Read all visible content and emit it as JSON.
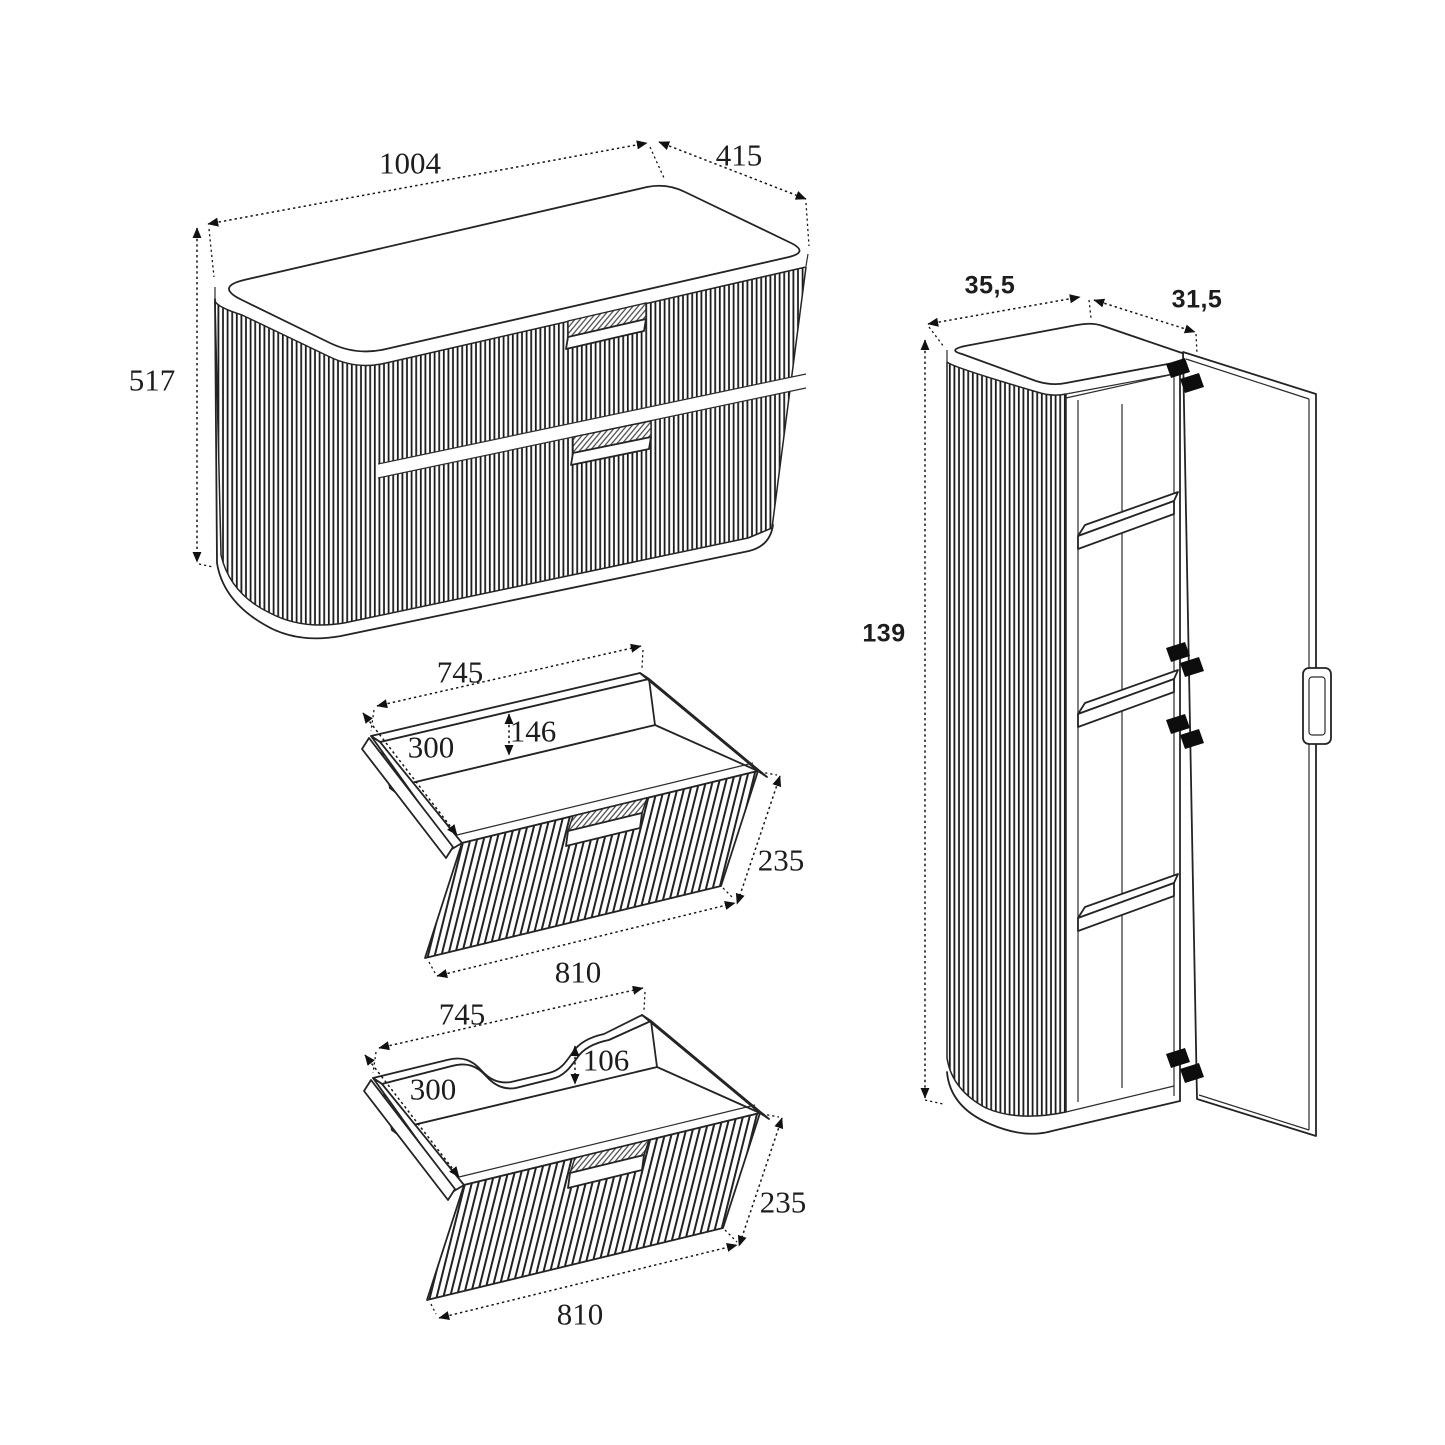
{
  "colors": {
    "line": "#242424",
    "background": "#ffffff",
    "hinge": "#0d0d0d"
  },
  "diagram": {
    "vanity": {
      "width": "1004",
      "depth": "415",
      "height": "517"
    },
    "upper_drawer": {
      "inner_width": "745",
      "inner_depth": "300",
      "back_height": "146",
      "front_height": "235",
      "front_width": "810"
    },
    "lower_drawer": {
      "inner_width": "745",
      "inner_depth": "300",
      "cutout_height": "106",
      "front_height": "235",
      "front_width": "810"
    },
    "tall_cabinet": {
      "width": "35,5",
      "depth": "31,5",
      "height": "139"
    }
  }
}
